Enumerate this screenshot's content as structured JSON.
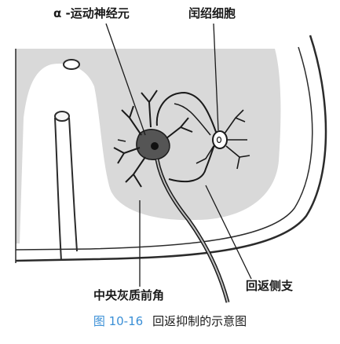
{
  "labels": {
    "alpha_motor_neuron": "α -运动神经元",
    "renshaw_cell": "闰绍细胞",
    "recurrent_collateral": "回返侧支",
    "ventral_horn": "中央灰质前角"
  },
  "caption": {
    "number": "图 10-16",
    "title": "回返抑制的示意图"
  },
  "colors": {
    "gray_matter": "#d9d9d9",
    "outline": "#2b2b2b",
    "caption_accent": "#3a8fd6"
  }
}
